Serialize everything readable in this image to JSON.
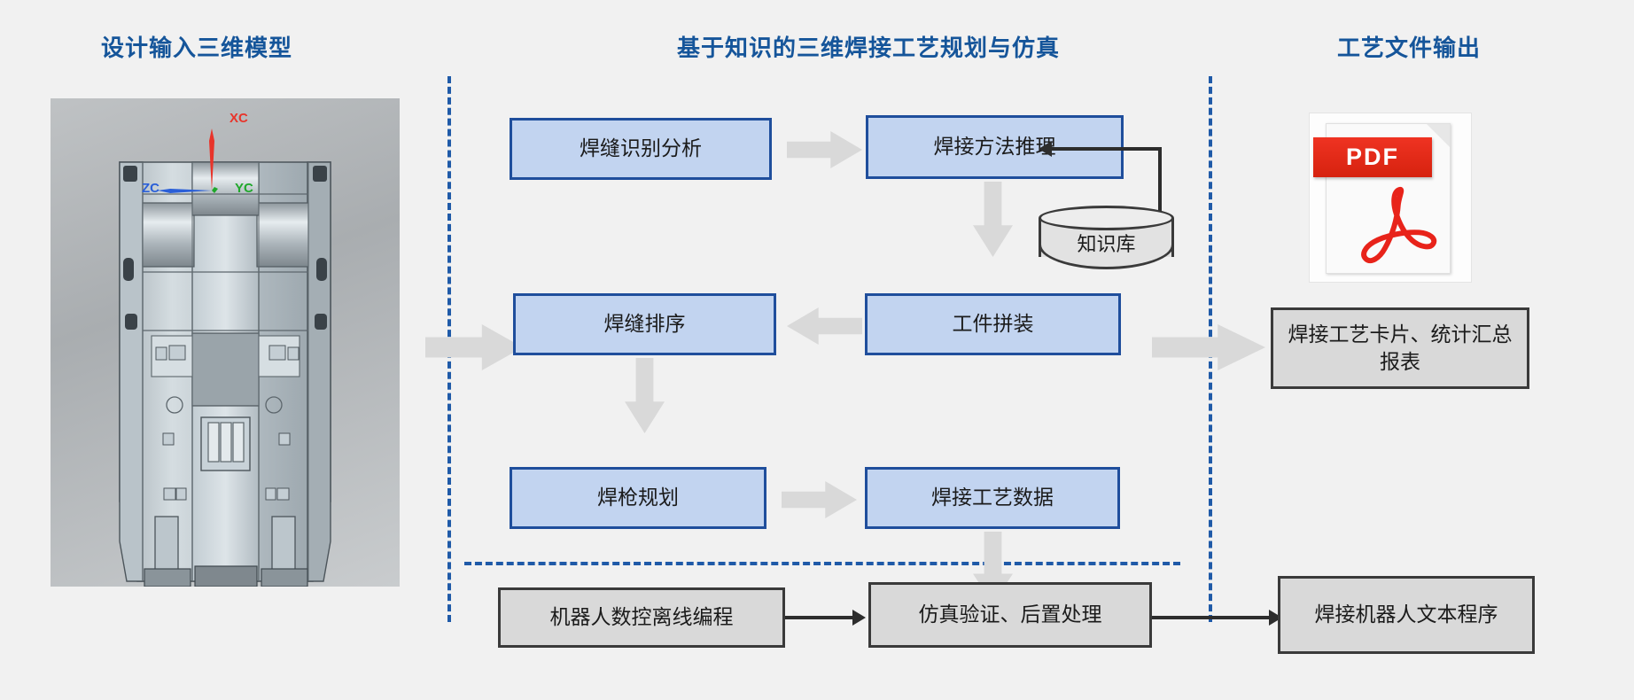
{
  "columns": {
    "left_title": "设计输入三维模型",
    "center_title": "基于知识的三维焊接工艺规划与仿真",
    "right_title": "工艺文件输出"
  },
  "cad_viewport": {
    "name": "three-dimensional-model-preview",
    "axis_labels": {
      "x": "XC",
      "y": "YC",
      "z": "ZC"
    },
    "axis_colors": {
      "x": "#e8342a",
      "y": "#1fa82b",
      "z": "#2a5fd8"
    }
  },
  "flow": {
    "nodes": [
      {
        "id": "weld-seam-recognition",
        "label": "焊缝识别分析",
        "style": "blue"
      },
      {
        "id": "welding-method-reason",
        "label": "焊接方法推理",
        "style": "blue"
      },
      {
        "id": "weld-seam-sequencing",
        "label": "焊缝排序",
        "style": "blue"
      },
      {
        "id": "workpiece-assembly",
        "label": "工件拼装",
        "style": "blue"
      },
      {
        "id": "torch-planning",
        "label": "焊枪规划",
        "style": "blue"
      },
      {
        "id": "welding-process-data",
        "label": "焊接工艺数据",
        "style": "blue"
      },
      {
        "id": "robot-offline-program",
        "label": "机器人数控离线编程",
        "style": "grey"
      },
      {
        "id": "simulation-postprocess",
        "label": "仿真验证、后置处理",
        "style": "grey"
      }
    ],
    "knowledge_base": "知识库"
  },
  "outputs": {
    "pdf_icon_label": "PDF",
    "report_box": "焊接工艺卡片、统计汇总报表",
    "robot_program_box": "焊接机器人文本程序"
  },
  "colors": {
    "title_blue": "#15559a",
    "divider_blue": "#1f5aa8",
    "box_blue_fill": "#c2d4f0",
    "box_blue_border": "#1f4e9c",
    "box_grey_fill": "#d9d9d9",
    "box_grey_border": "#3a3a3a",
    "arrow_grey": "#d9d9d9",
    "connector_dark": "#2d2d2d",
    "page_background": "#f1f1f1",
    "pdf_red": "#e0240f"
  }
}
